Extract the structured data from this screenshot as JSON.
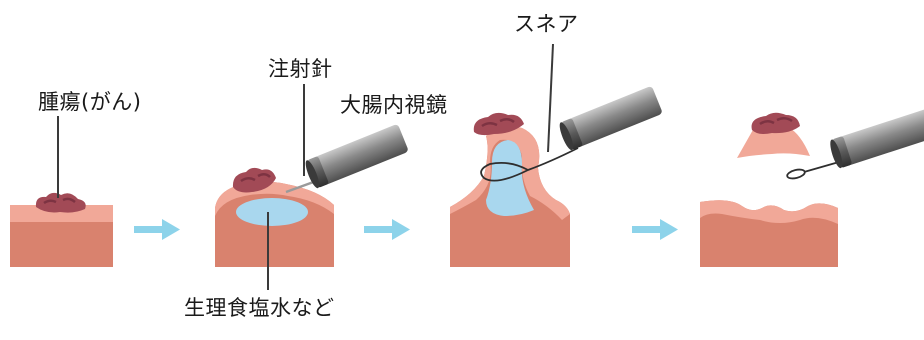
{
  "labels": {
    "tumor": "腫瘍(がん)",
    "needle": "注射針",
    "endoscope": "大腸内視鏡",
    "snare": "スネア",
    "saline": "生理食塩水など"
  },
  "colors": {
    "tissue": "#d9826e",
    "tissue_dark": "#c8705d",
    "mucosa": "#f1a898",
    "tumor": "#a24a56",
    "tumor_dark": "#7d3342",
    "saline": "#a9d7ee",
    "arrow": "#8dd3ea",
    "scope": "#7d7d7d",
    "leader": "#3a3a3a"
  },
  "icons": {
    "step_arrow": "arrow-right-icon",
    "endoscope": "endoscope-icon",
    "needle": "needle-icon",
    "snare": "snare-loop-icon"
  }
}
